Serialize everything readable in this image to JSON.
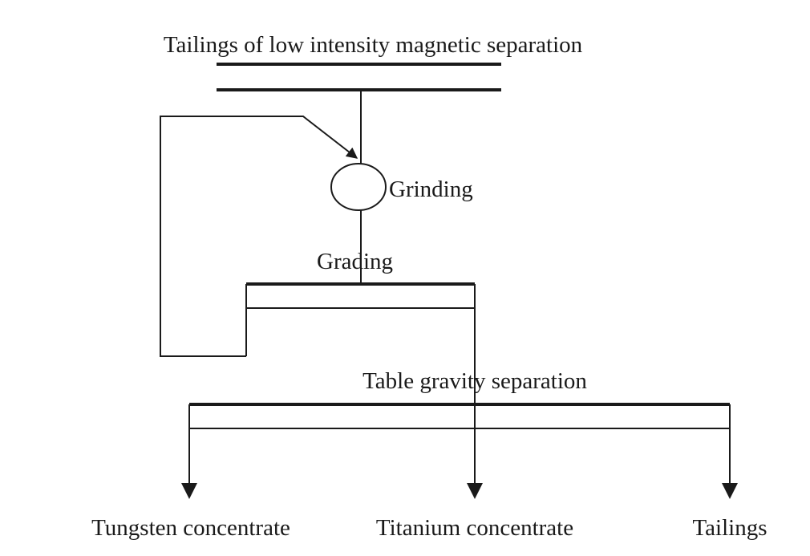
{
  "diagram": {
    "feed_label": "Tailings of low intensity magnetic separation",
    "grinding_label": "Grinding",
    "grading_label": "Grading",
    "table_label": "Table gravity separation",
    "products": {
      "tungsten": "Tungsten concentrate",
      "titanium": "Titanium concentrate",
      "tailings": "Tailings"
    }
  },
  "colors": {
    "line": "#1a1a1a",
    "background": "#ffffff"
  }
}
